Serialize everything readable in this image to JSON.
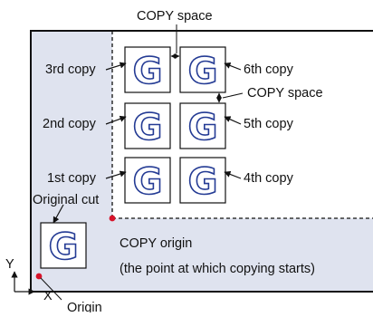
{
  "colors": {
    "area_fill": "#dfe3ef",
    "glyph_stroke": "#243b94",
    "point_red": "#d7132a",
    "line": "#111111"
  },
  "glyph": "G",
  "labels": {
    "copy_space_top": "COPY space",
    "copy_space_right": "COPY space",
    "copy3": "3rd copy",
    "copy2": "2nd copy",
    "copy1": "1st copy",
    "copy6": "6th copy",
    "copy5": "5th copy",
    "copy4": "4th copy",
    "original_cut": "Original cut",
    "copy_origin": "COPY origin",
    "copy_origin_note": "(the point at which copying starts)",
    "axis_y": "Y",
    "axis_x": "X",
    "origin": "Origin"
  }
}
